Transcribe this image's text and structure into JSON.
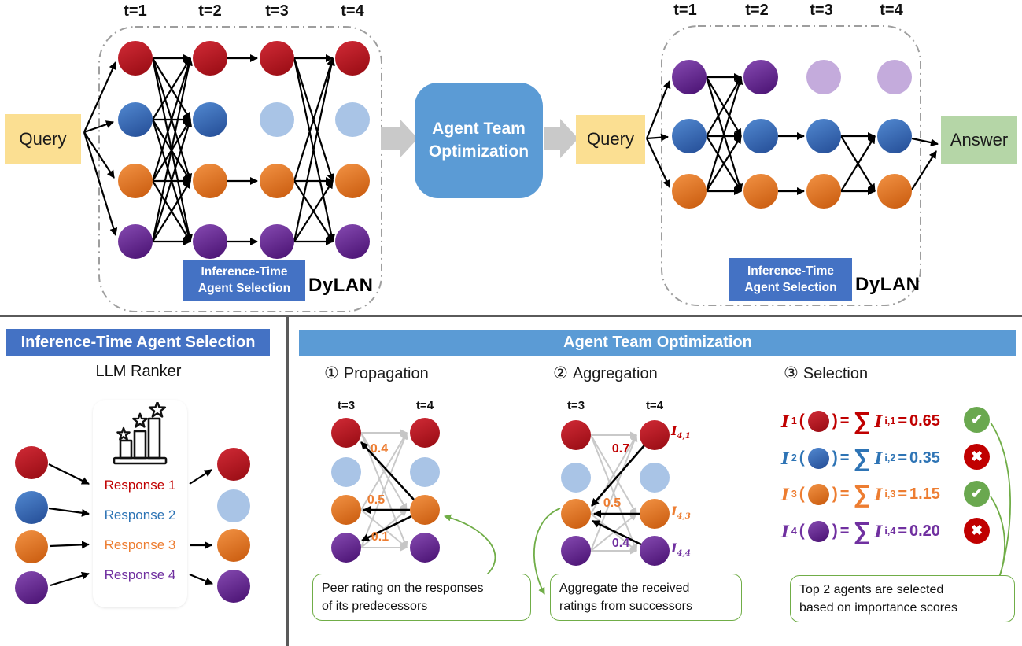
{
  "colors": {
    "accent_blue": "#4472c4",
    "light_blue": "#5b9bd5",
    "band": "#e5eaf6",
    "red": "#c00000",
    "blue": "#2e74b5",
    "orange": "#ed7d31",
    "purple": "#7030a0",
    "green": "#70ad47",
    "check_green": "#6aa84f",
    "cross_red": "#c00000",
    "query_yellow": "#fbdf92",
    "answer_green": "#b5d6a7",
    "edge_gray": "#c6c6c6"
  },
  "top": {
    "left_network": {
      "query_label": "Query",
      "time_labels": [
        "t=1",
        "t=2",
        "t=3",
        "t=4"
      ],
      "inference_box_lines": [
        "Inference-Time",
        "Agent Selection"
      ],
      "dylan_label": "DyLAN"
    },
    "ato_box_lines": [
      "Agent Team",
      "Optimization"
    ],
    "right_network": {
      "query_label": "Query",
      "time_labels": [
        "t=1",
        "t=2",
        "t=3",
        "t=4"
      ],
      "inference_box_lines": [
        "Inference-Time",
        "Agent Selection"
      ],
      "dylan_label": "DyLAN",
      "answer_label": "Answer"
    }
  },
  "bottom_left": {
    "header": "Inference-Time Agent Selection",
    "ranker_title": "LLM Ranker",
    "responses": [
      {
        "label": "Response 1"
      },
      {
        "label": "Response 2"
      },
      {
        "label": "Response 3"
      },
      {
        "label": "Response 4"
      }
    ]
  },
  "bottom_right": {
    "header": "Agent Team Optimization",
    "propagation": {
      "num": "①",
      "title": "Propagation",
      "time_labels": [
        "t=3",
        "t=4"
      ],
      "weights": [
        "0.4",
        "0.5",
        "0.1"
      ],
      "callout_lines": [
        "Peer rating on the responses",
        "of its predecessors"
      ]
    },
    "aggregation": {
      "num": "②",
      "title": "Aggregation",
      "time_labels": [
        "t=3",
        "t=4"
      ],
      "weights": [
        "0.7",
        "0.5",
        "0.4"
      ],
      "node_labels": [
        {
          "base": "I",
          "sub": "4,1"
        },
        {
          "base": "I",
          "sub": "4,3"
        },
        {
          "base": "I",
          "sub": "4,4"
        }
      ],
      "callout_lines": [
        "Aggregate the received",
        "ratings from successors"
      ]
    },
    "selection": {
      "num": "③",
      "title": "Selection",
      "sym": {
        "i": "I",
        "lp": "(",
        "rp": ")",
        "eq": "=",
        "sum": "∑"
      },
      "rows": [
        {
          "sub": "1",
          "tsub": "i,1",
          "val": "0.65",
          "status": "selected"
        },
        {
          "sub": "2",
          "tsub": "i,2",
          "val": "0.35",
          "status": "rejected"
        },
        {
          "sub": "3",
          "tsub": "i,3",
          "val": "1.15",
          "status": "selected"
        },
        {
          "sub": "4",
          "tsub": "i,4",
          "val": "0.20",
          "status": "rejected"
        }
      ],
      "check_glyph": "✔",
      "cross_glyph": "✖",
      "callout_lines": [
        "Top 2 agents are selected",
        "based on importance scores"
      ]
    }
  }
}
